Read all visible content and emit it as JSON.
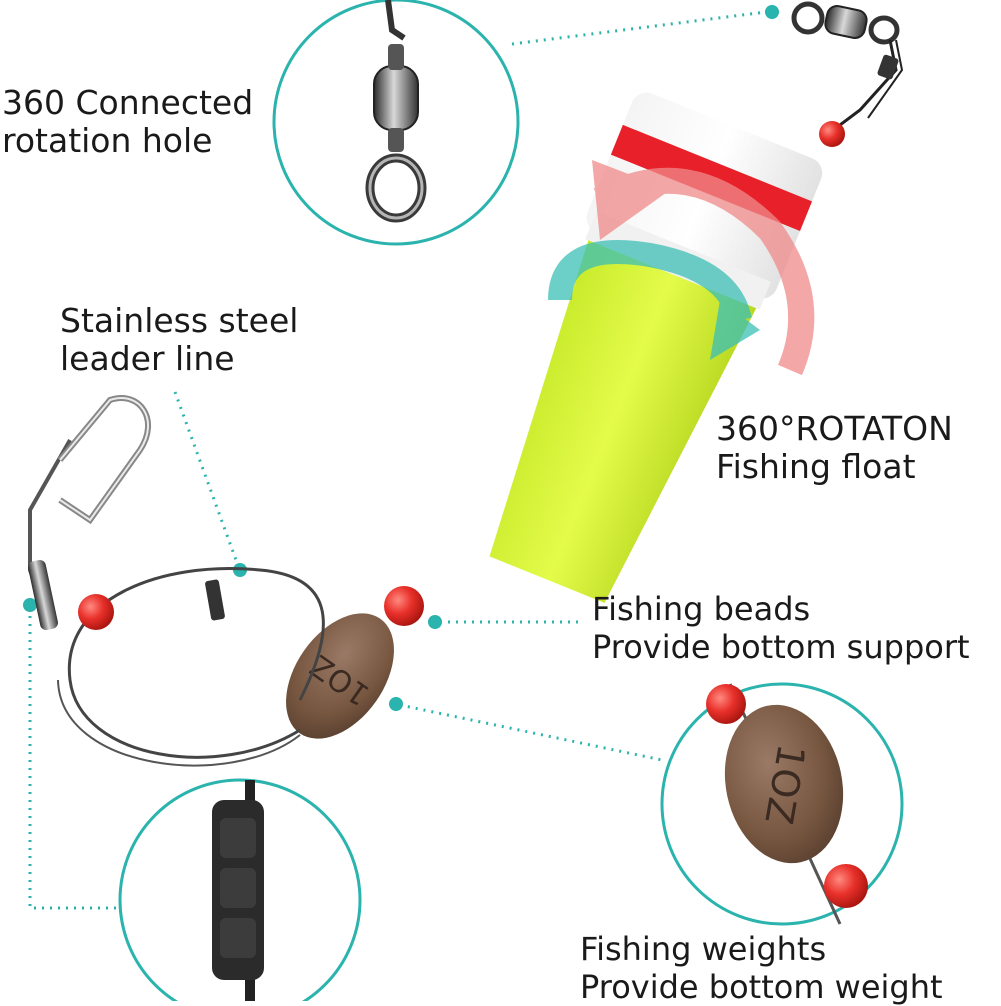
{
  "labels": {
    "swivel": {
      "line1": "360 Connected",
      "line2": "rotation hole"
    },
    "leader": {
      "line1": "Stainless steel",
      "line2": "leader line"
    },
    "float": {
      "line1": "360°ROTATON",
      "line2": "Fishing float"
    },
    "beads": {
      "line1": "Fishing beads",
      "line2": "Provide bottom support"
    },
    "weights": {
      "line1": "Fishing weights",
      "line2": "Provide bottom weight"
    }
  },
  "weight_mark": "1OZ",
  "colors": {
    "teal": "#2bb3ad",
    "float_green": "#d6f53a",
    "float_band": "#e8202a",
    "bead_red": "#e8302a",
    "weight_brown": "#7a5a48",
    "text": "#1a1a1a"
  },
  "icons": {
    "rotation": "rotation-arrows-icon"
  }
}
